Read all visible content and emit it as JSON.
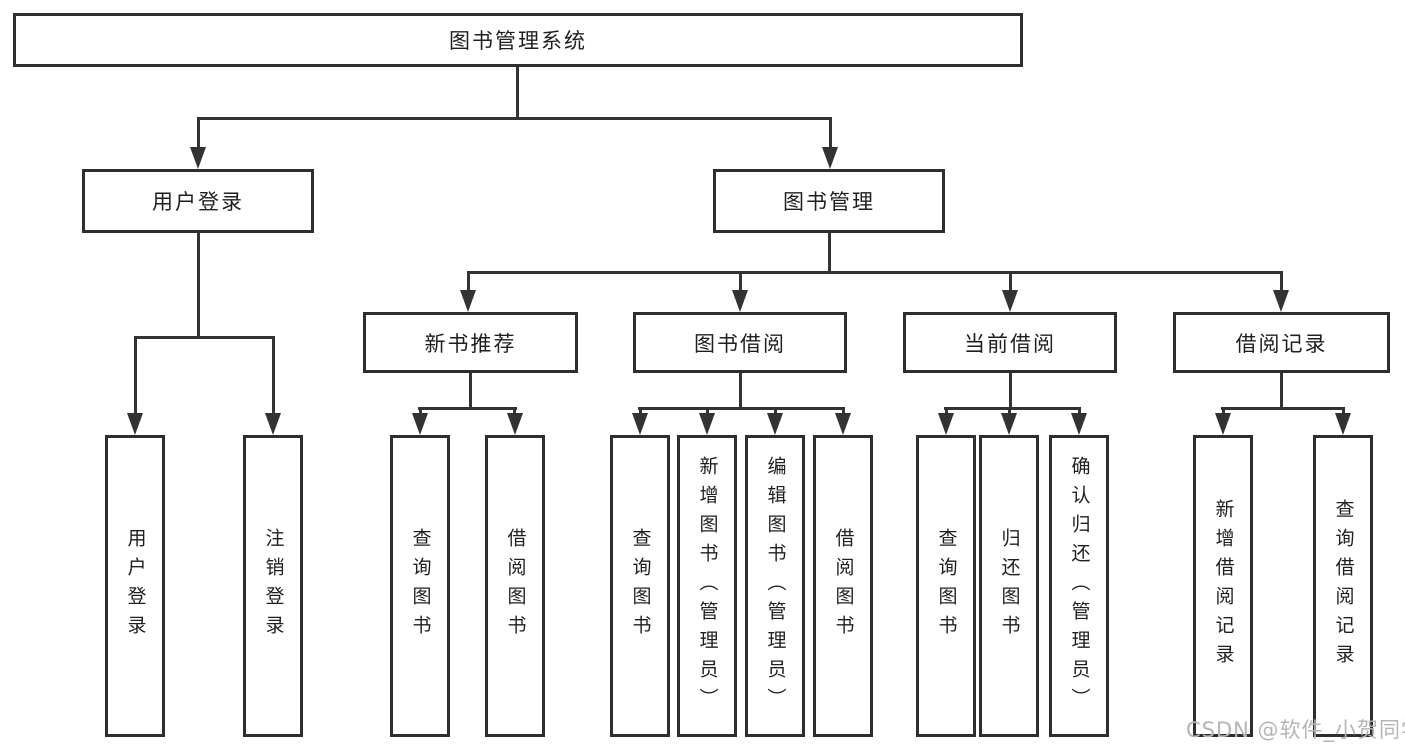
{
  "diagram": {
    "root": {
      "label": "图书管理系统"
    },
    "user_branch": {
      "label": "用户登录",
      "leaves": [
        {
          "label": "用户登录"
        },
        {
          "label": "注销登录"
        }
      ]
    },
    "book_branch": {
      "label": "图书管理",
      "groups": [
        {
          "label": "新书推荐",
          "leaves": [
            {
              "label": "查询图书"
            },
            {
              "label": "借阅图书"
            }
          ]
        },
        {
          "label": "图书借阅",
          "leaves": [
            {
              "label": "查询图书"
            },
            {
              "label": "新增图书（管理员）"
            },
            {
              "label": "编辑图书（管理员）"
            },
            {
              "label": "借阅图书"
            }
          ]
        },
        {
          "label": "当前借阅",
          "leaves": [
            {
              "label": "查询图书"
            },
            {
              "label": "归还图书"
            },
            {
              "label": "确认归还（管理员）"
            }
          ]
        },
        {
          "label": "借阅记录",
          "leaves": [
            {
              "label": "新增借阅记录"
            },
            {
              "label": "查询借阅记录"
            }
          ]
        }
      ]
    }
  },
  "watermark": {
    "text": "CSDN @软件_小贺同学"
  },
  "colors": {
    "line": "#333333",
    "box_border": "#2e2e2e",
    "box_fill": "#ffffff",
    "text": "#1f1f1f",
    "watermark": "#b5b5b5",
    "background": "#ffffff"
  }
}
